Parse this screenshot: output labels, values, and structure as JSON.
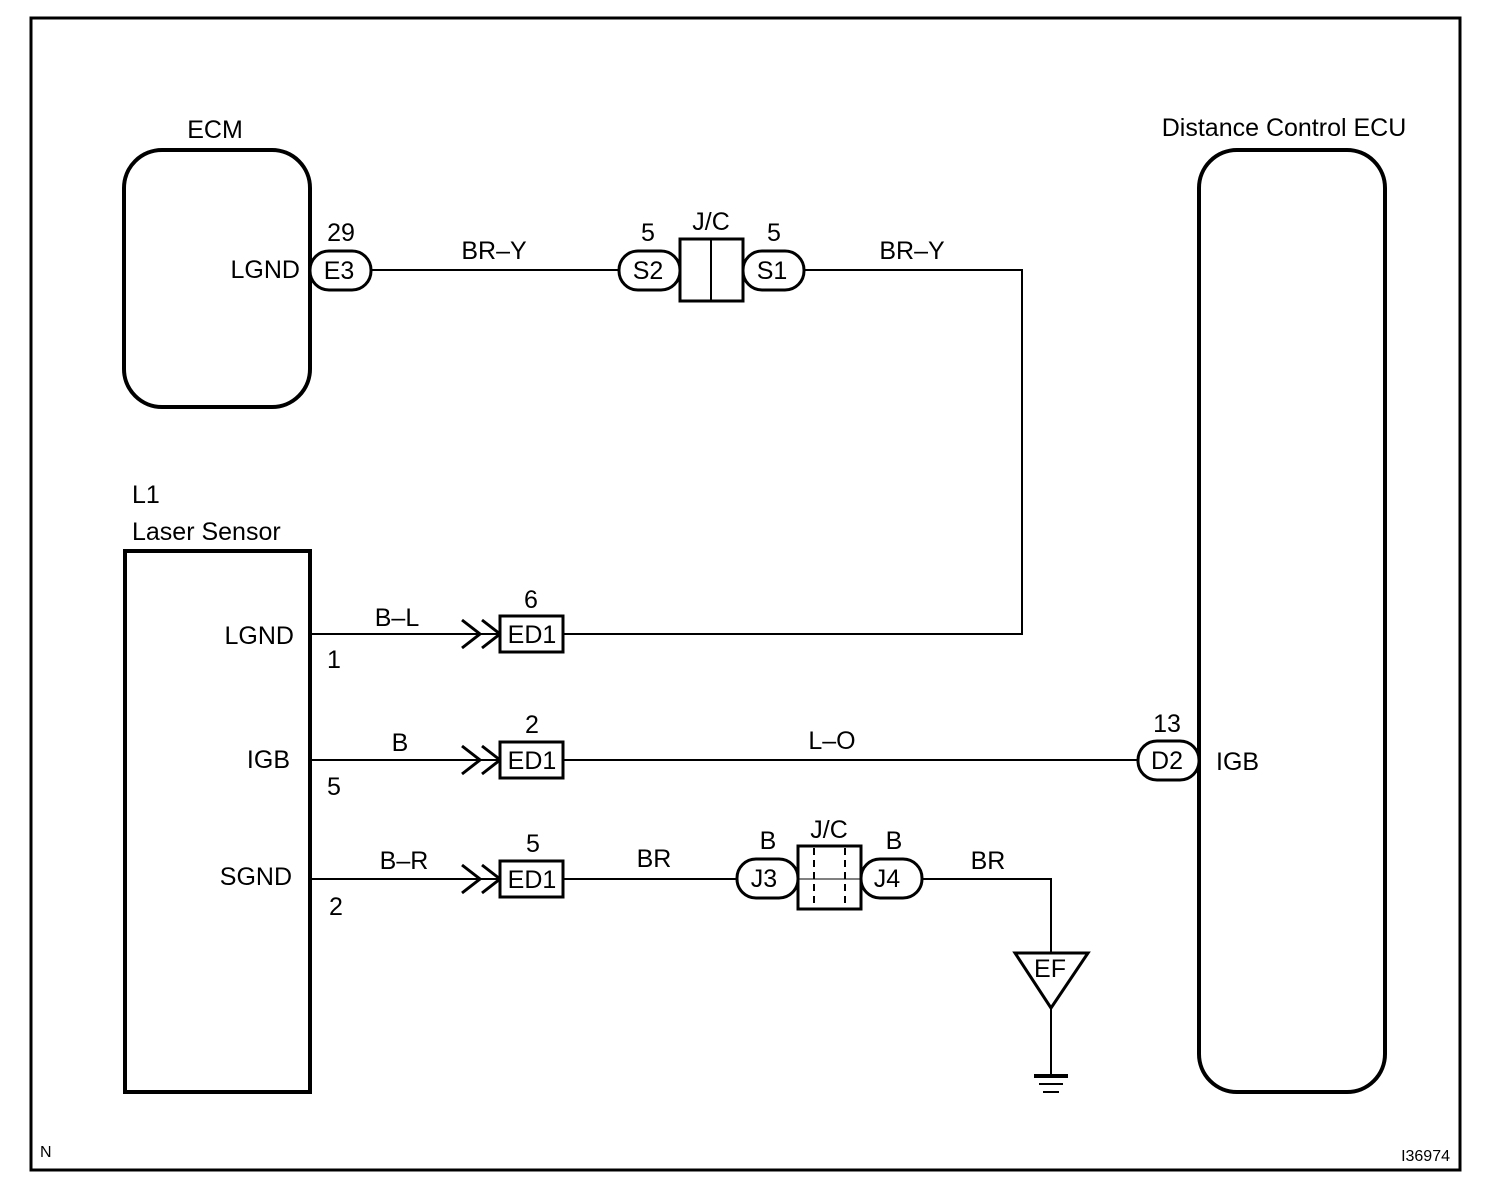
{
  "diagram": {
    "corner_note": "N",
    "figure_id": "I36974",
    "components": {
      "ecm": {
        "title": "ECM",
        "pin": "LGND",
        "connector": "E3",
        "pin_number": "29"
      },
      "distance_ecu": {
        "title": "Distance Control ECU",
        "pin": "IGB",
        "connector": "D2",
        "pin_number": "13"
      },
      "laser_sensor": {
        "id": "L1",
        "title": "Laser Sensor",
        "pins": [
          {
            "name": "LGND",
            "number": "1"
          },
          {
            "name": "IGB",
            "number": "5"
          },
          {
            "name": "SGND",
            "number": "2"
          }
        ]
      },
      "jc_top": {
        "label": "J/C",
        "left_connector": "S2",
        "left_pin": "5",
        "right_connector": "S1",
        "right_pin": "5"
      },
      "jc_bottom": {
        "label": "J/C",
        "left_connector": "J3",
        "left_pin": "B",
        "right_connector": "J4",
        "right_pin": "B"
      },
      "ground": {
        "label": "EF"
      }
    },
    "inline_connectors": [
      {
        "connector": "ED1",
        "pin": "6"
      },
      {
        "connector": "ED1",
        "pin": "2"
      },
      {
        "connector": "ED1",
        "pin": "5"
      }
    ],
    "wires": {
      "ecm_to_jc": "BR–Y",
      "jc_to_ecu": "BR–Y",
      "lgnd_sensor": "B–L",
      "igb_sensor": "B",
      "igb_to_ecu": "L–O",
      "sgnd_sensor": "B–R",
      "sgnd_to_jc": "BR",
      "jc_to_ground": "BR"
    }
  }
}
